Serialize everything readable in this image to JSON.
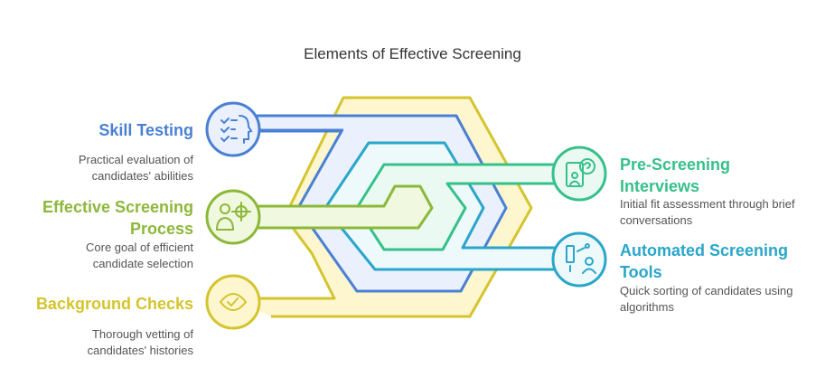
{
  "title": "Elements of Effective Screening",
  "colors": {
    "skill": "#4a80d4",
    "process": "#8cb83a",
    "background": "#d4c42e",
    "preScreening": "#36c08a",
    "automated": "#29a6c9"
  },
  "items": [
    {
      "key": "skill",
      "title": "Skill Testing",
      "description": "Practical evaluation of candidates' abilities",
      "icon": "checklist-head-icon"
    },
    {
      "key": "process",
      "title": "Effective Screening Process",
      "description": "Core goal of efficient candidate selection",
      "icon": "person-target-icon"
    },
    {
      "key": "background",
      "title": "Background Checks",
      "description": "Thorough vetting of candidates' histories",
      "icon": "eye-check-icon"
    },
    {
      "key": "preScreening",
      "title": "Pre-Screening Interviews",
      "description": "Initial fit assessment through brief conversations",
      "icon": "interview-question-icon"
    },
    {
      "key": "automated",
      "title": "Automated Screening Tools",
      "description": "Quick sorting of candidates using algorithms",
      "icon": "automation-user-icon"
    }
  ]
}
